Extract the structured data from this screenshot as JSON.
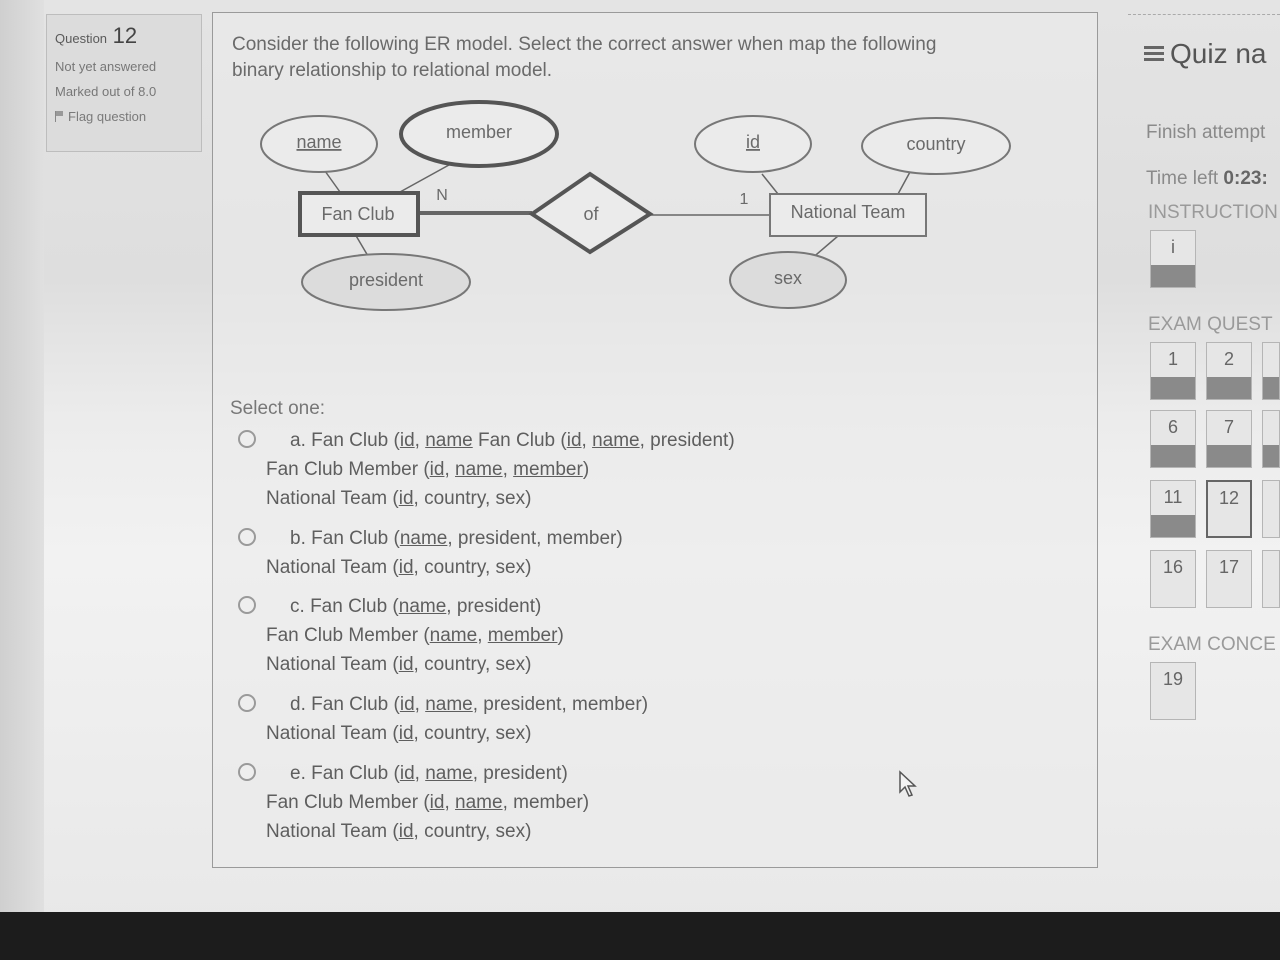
{
  "question_info": {
    "label": "Question",
    "number": "12",
    "status": "Not yet answered",
    "marks": "Marked out of 8.0",
    "flag": "Flag question"
  },
  "question": {
    "text_line1": "Consider the following ER model. Select the correct answer when map the following",
    "text_line2": "binary relationship to relational model.",
    "select_one": "Select one:"
  },
  "diagram": {
    "entity_left": "Fan Club",
    "entity_right": "National Team",
    "relationship": "of",
    "card_left": "N",
    "card_right": "1",
    "attr_name": "name",
    "attr_member": "member",
    "attr_president": "president",
    "attr_id": "id",
    "attr_country": "country",
    "attr_sex": "sex"
  },
  "options": [
    {
      "letter": "a.",
      "line1_pre": "Fan Club (",
      "line1_k1": "id",
      "line1_sep": ", ",
      "line1_k2": "name",
      "line1_rest": " Fan Club (",
      "line1_k3": "id",
      "line1_sep2": ", ",
      "line1_k4": "name",
      "line1_end": ", president)",
      "line2_pre": "Fan Club Member (",
      "line2_k1": "id",
      "line2_k2": "name",
      "line2_k3": "member",
      "line3_pre": "National Team (",
      "line3_k1": "id",
      "line3_end": ", country, sex)"
    },
    {
      "letter": "b.",
      "line1_pre": "Fan Club (",
      "line1_k1": "name",
      "line1_end": ", president, member)",
      "line2_pre": "National Team (",
      "line2_k1": "id",
      "line2_end": ", country, sex)"
    },
    {
      "letter": "c.",
      "line1_pre": "Fan Club (",
      "line1_k1": "name",
      "line1_end": ", president)",
      "line2_pre": "Fan Club Member (",
      "line2_k1": "name",
      "line2_k2": "member",
      "line3_pre": "National Team (",
      "line3_k1": "id",
      "line3_end": ", country, sex)"
    },
    {
      "letter": "d.",
      "line1_pre": "Fan Club (",
      "line1_k1": "id",
      "line1_k2": "name",
      "line1_end": ", president, member)",
      "line2_pre": "National Team (",
      "line2_k1": "id",
      "line2_end": ", country, sex)"
    },
    {
      "letter": "e.",
      "line1_pre": "Fan Club (",
      "line1_k1": "id",
      "line1_k2": "name",
      "line1_end": ", president)",
      "line2_pre": "Fan Club Member (",
      "line2_k1": "id",
      "line2_k2": "name",
      "line2_end": ", member)",
      "line3_pre": "National Team (",
      "line3_k1": "id",
      "line3_end": ", country, sex)"
    }
  ],
  "sidebar": {
    "title": "Quiz na",
    "finish": "Finish attempt",
    "time_label": "Time left ",
    "time_value": "0:23:",
    "instructions": "INSTRUCTION",
    "instr_btn": "i",
    "exam_questions": "EXAM QUEST",
    "exam_concepts": "EXAM CONCE",
    "nav": [
      "1",
      "2",
      "6",
      "7",
      "11",
      "12",
      "16",
      "17",
      "19"
    ]
  }
}
